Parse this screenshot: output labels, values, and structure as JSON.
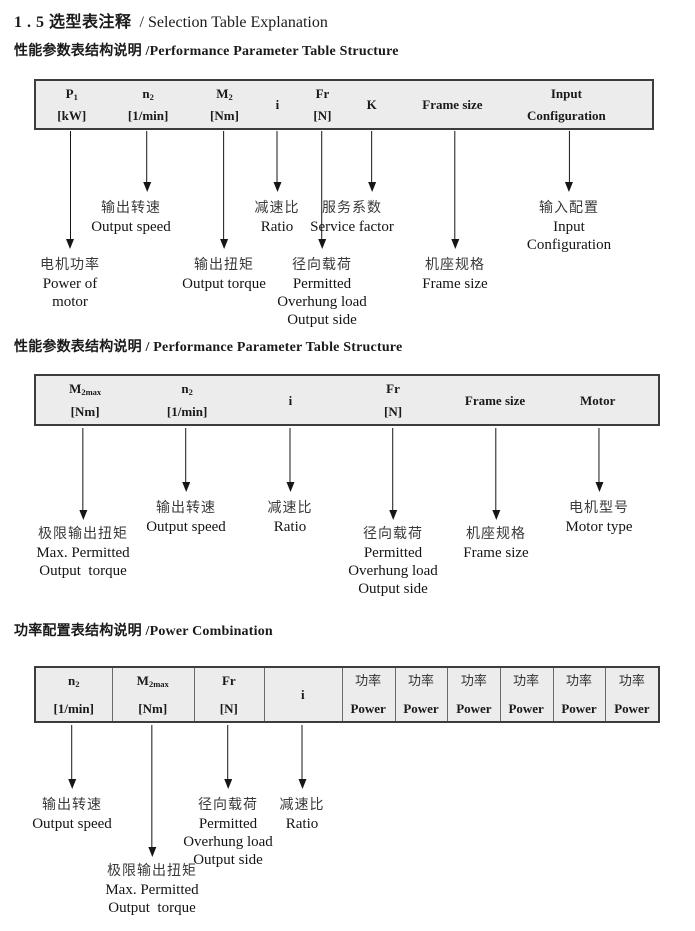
{
  "title": {
    "zh": "1 . 5 选型表注释",
    "en": "/ Selection Table Explanation"
  },
  "sections": [
    {
      "heading": "性能参数表结构说明 /Performance Parameter Table Structure",
      "table": {
        "columns": [
          {
            "base": "P",
            "sub": "1",
            "line2": "[kW]"
          },
          {
            "base": "n",
            "sub": "2",
            "line2": "[1/min]"
          },
          {
            "base": "M",
            "sub": "2",
            "line2": "[Nm]"
          },
          {
            "base": "i",
            "sub": "",
            "line2": ""
          },
          {
            "base": "Fr",
            "sub": "",
            "line2": "[N]"
          },
          {
            "base": "K",
            "sub": "",
            "line2": ""
          },
          {
            "base": "Frame size",
            "sub": "",
            "line2": ""
          },
          {
            "base": "Input",
            "sub": "",
            "line2": "Configuration"
          }
        ]
      },
      "annotations": [
        {
          "lines": [
            "电机功率",
            "Power of",
            "motor"
          ]
        },
        {
          "lines": [
            "输出转速",
            "Output speed"
          ]
        },
        {
          "lines": [
            "输出扭矩",
            "Output torque"
          ]
        },
        {
          "lines": [
            "减速比",
            "Ratio"
          ]
        },
        {
          "lines": [
            "径向载荷",
            "Permitted",
            "Overhung load",
            "Output side"
          ]
        },
        {
          "lines": [
            "服务系数",
            "Service factor"
          ]
        },
        {
          "lines": [
            "机座规格",
            "Frame size"
          ]
        },
        {
          "lines": [
            "输入配置",
            "Input",
            "Configuration"
          ]
        }
      ]
    },
    {
      "heading": "性能参数表结构说明 / Performance Parameter Table Structure",
      "table": {
        "columns": [
          {
            "base": "M",
            "sub": "2max",
            "line2": "[Nm]"
          },
          {
            "base": "n",
            "sub": "2",
            "line2": "[1/min]"
          },
          {
            "base": "i",
            "sub": "",
            "line2": ""
          },
          {
            "base": "Fr",
            "sub": "",
            "line2": "[N]"
          },
          {
            "base": "Frame size",
            "sub": "",
            "line2": ""
          },
          {
            "base": "Motor",
            "sub": "",
            "line2": ""
          }
        ]
      },
      "annotations": [
        {
          "lines": [
            "极限输出扭矩",
            "Max. Permitted",
            "Output  torque"
          ]
        },
        {
          "lines": [
            "输出转速",
            "Output speed"
          ]
        },
        {
          "lines": [
            "减速比",
            "Ratio"
          ]
        },
        {
          "lines": [
            "径向载荷",
            "Permitted",
            "Overhung load",
            "Output side"
          ]
        },
        {
          "lines": [
            "机座规格",
            "Frame size"
          ]
        },
        {
          "lines": [
            "电机型号",
            "Motor type"
          ]
        }
      ]
    },
    {
      "heading": "功率配置表结构说明 /Power Combination",
      "table": {
        "columns": [
          {
            "base": "n",
            "sub": "2",
            "line2": "[1/min]"
          },
          {
            "base": "M",
            "sub": "2max",
            "line2": "[Nm]"
          },
          {
            "base": "Fr",
            "sub": "",
            "line2": "[N]"
          },
          {
            "base": "i",
            "sub": "",
            "line2": ""
          },
          {
            "base": "功率",
            "sub": "",
            "line2": "Power"
          },
          {
            "base": "功率",
            "sub": "",
            "line2": "Power"
          },
          {
            "base": "功率",
            "sub": "",
            "line2": "Power"
          },
          {
            "base": "功率",
            "sub": "",
            "line2": "Power"
          },
          {
            "base": "功率",
            "sub": "",
            "line2": "Power"
          },
          {
            "base": "功率",
            "sub": "",
            "line2": "Power"
          }
        ]
      },
      "annotations": [
        {
          "lines": [
            "输出转速",
            "Output speed"
          ]
        },
        {
          "lines": [
            "极限输出扭矩",
            "Max. Permitted",
            "Output  torque"
          ]
        },
        {
          "lines": [
            "径向载荷",
            "Permitted",
            "Overhung load",
            "Output side"
          ]
        },
        {
          "lines": [
            "减速比",
            "Ratio"
          ]
        }
      ]
    }
  ]
}
